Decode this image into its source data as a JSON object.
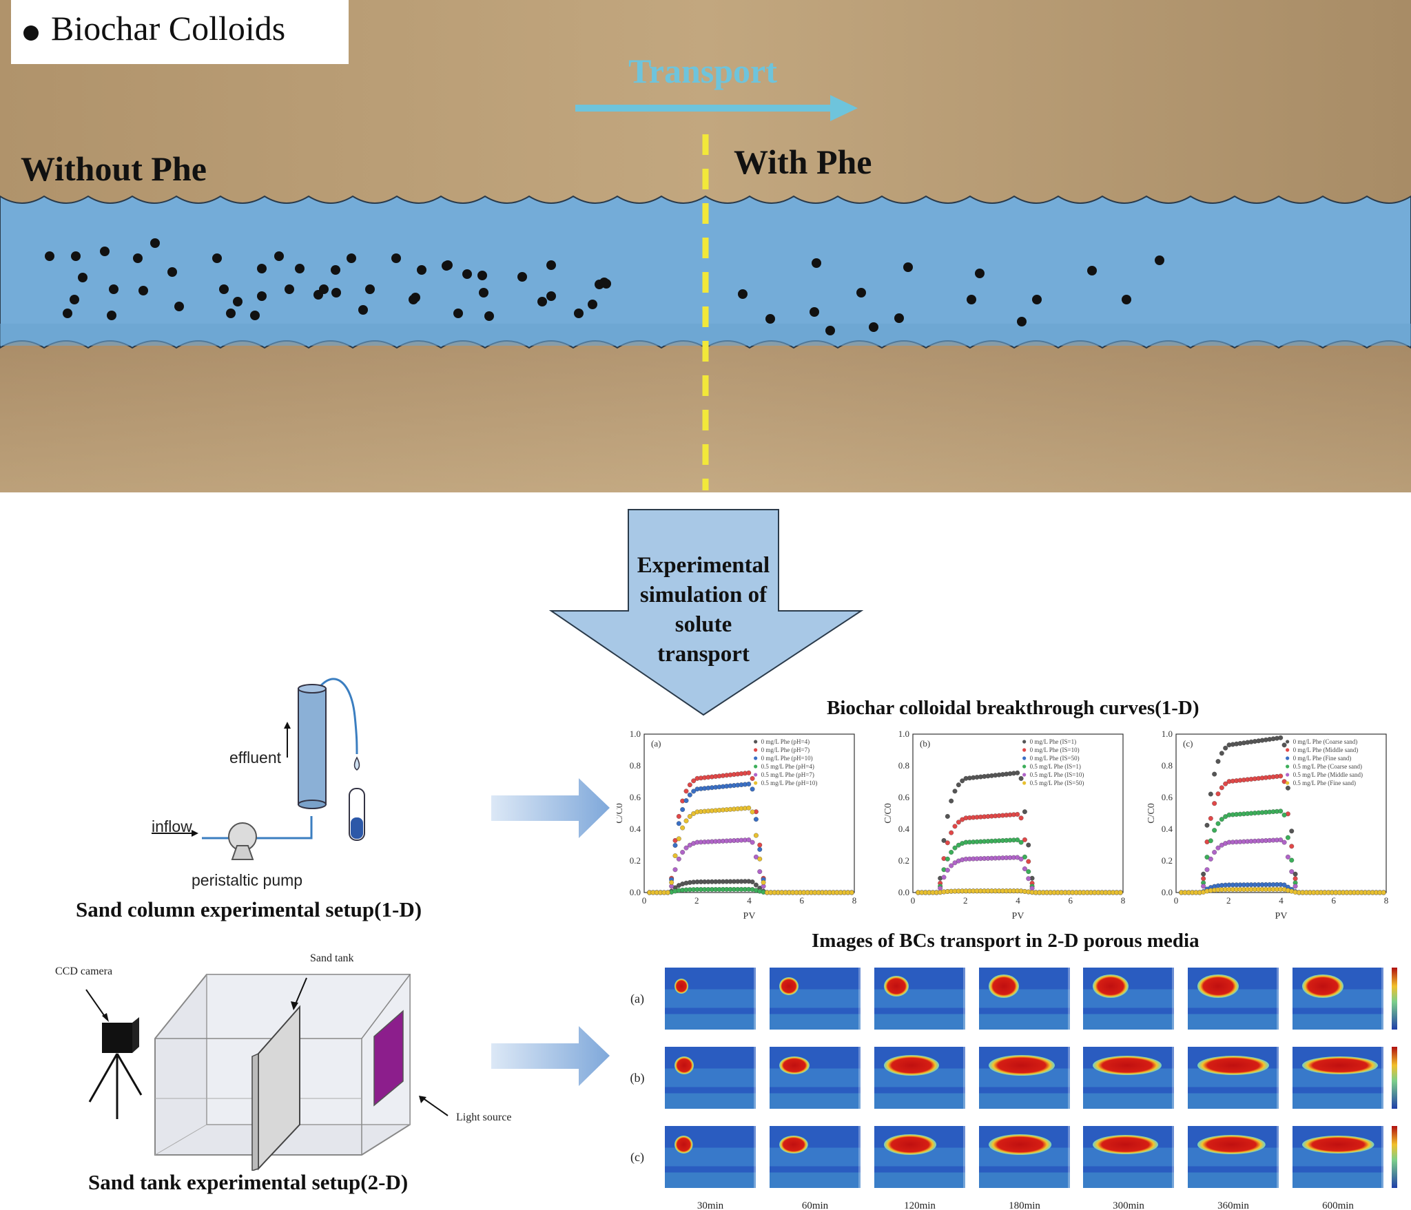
{
  "legend": {
    "label": "Biochar Colloids"
  },
  "top": {
    "transport_label": "Transport",
    "without_label": "Without Phe",
    "with_label": "With Phe"
  },
  "arrow": {
    "lines": [
      "Experimental",
      "simulation of",
      "solute",
      "transport"
    ]
  },
  "column_setup": {
    "effluent": "effluent",
    "inflow": "inflow",
    "pump": "peristaltic pump",
    "caption": "Sand column experimental setup(1-D)"
  },
  "tank_setup": {
    "camera": "CCD camera",
    "sand_tank": "Sand tank",
    "light": "Light source",
    "caption": "Sand tank experimental setup(2-D)"
  },
  "curves_title": "Biochar colloidal breakthrough curves(1-D)",
  "images_title": "Images of BCs transport in 2-D porous media",
  "image_rows": [
    "(a)",
    "(b)",
    "(c)"
  ],
  "image_times": [
    "30min",
    "60min",
    "120min",
    "180min",
    "300min",
    "360min",
    "600min"
  ],
  "colors": {
    "soil": "#b89a72",
    "water": "#74acd8",
    "transport": "#6ec4dc",
    "divider": "#f2e83a",
    "arrow_fill": "#a8c8e6"
  },
  "chart_data": [
    {
      "type": "scatter",
      "panel_label": "(a)",
      "xlabel": "PV",
      "ylabel": "C/C0",
      "xlim": [
        0,
        8
      ],
      "ylim": [
        0,
        1.0
      ],
      "x_ticks": [
        "0",
        "2",
        "4",
        "6",
        "8"
      ],
      "y_ticks": [
        "0.0",
        "0.2",
        "0.4",
        "0.6",
        "0.8",
        "1.0"
      ],
      "series": [
        {
          "name": "0 mg/L Phe (pH=4)",
          "color": "#555555",
          "plateau": 0.07
        },
        {
          "name": "0 mg/L Phe (pH=7)",
          "color": "#e04848",
          "plateau": 0.75
        },
        {
          "name": "0 mg/L Phe (pH=10)",
          "color": "#3a6fc4",
          "plateau": 0.68
        },
        {
          "name": "0.5 mg/L Phe (pH=4)",
          "color": "#3cae5a",
          "plateau": 0.02
        },
        {
          "name": "0.5 mg/L Phe (pH=7)",
          "color": "#b064c8",
          "plateau": 0.33
        },
        {
          "name": "0.5 mg/L Phe (pH=10)",
          "color": "#e8c030",
          "plateau": 0.53
        }
      ]
    },
    {
      "type": "scatter",
      "panel_label": "(b)",
      "xlabel": "PV",
      "ylabel": "C/C0",
      "xlim": [
        0,
        8
      ],
      "ylim": [
        0,
        1.0
      ],
      "x_ticks": [
        "0",
        "2",
        "4",
        "6",
        "8"
      ],
      "y_ticks": [
        "0.0",
        "0.2",
        "0.4",
        "0.6",
        "0.8",
        "1.0"
      ],
      "series": [
        {
          "name": "0 mg/L Phe (IS=1)",
          "color": "#555555",
          "plateau": 0.75
        },
        {
          "name": "0 mg/L Phe (IS=10)",
          "color": "#e04848",
          "plateau": 0.49
        },
        {
          "name": "0 mg/L Phe (IS=50)",
          "color": "#3a6fc4",
          "plateau": 0.01
        },
        {
          "name": "0.5 mg/L Phe (IS=1)",
          "color": "#3cae5a",
          "plateau": 0.33
        },
        {
          "name": "0.5 mg/L Phe (IS=10)",
          "color": "#b064c8",
          "plateau": 0.22
        },
        {
          "name": "0.5 mg/L Phe (IS=50)",
          "color": "#e8c030",
          "plateau": 0.01
        }
      ]
    },
    {
      "type": "scatter",
      "panel_label": "(c)",
      "xlabel": "PV",
      "ylabel": "C/C0",
      "xlim": [
        0,
        8
      ],
      "ylim": [
        0,
        1.0
      ],
      "x_ticks": [
        "0",
        "2",
        "4",
        "6",
        "8"
      ],
      "y_ticks": [
        "0.0",
        "0.2",
        "0.4",
        "0.6",
        "0.8",
        "1.0"
      ],
      "series": [
        {
          "name": "0 mg/L Phe (Coarse sand)",
          "color": "#555555",
          "plateau": 0.97
        },
        {
          "name": "0 mg/L Phe (Middle sand)",
          "color": "#e04848",
          "plateau": 0.73
        },
        {
          "name": "0 mg/L Phe (Fine sand)",
          "color": "#3a6fc4",
          "plateau": 0.05
        },
        {
          "name": "0.5 mg/L Phe (Coarse sand)",
          "color": "#3cae5a",
          "plateau": 0.51
        },
        {
          "name": "0.5 mg/L Phe (Middle sand)",
          "color": "#b064c8",
          "plateau": 0.33
        },
        {
          "name": "0.5 mg/L Phe (Fine sand)",
          "color": "#e8c030",
          "plateau": 0.02
        }
      ]
    }
  ]
}
